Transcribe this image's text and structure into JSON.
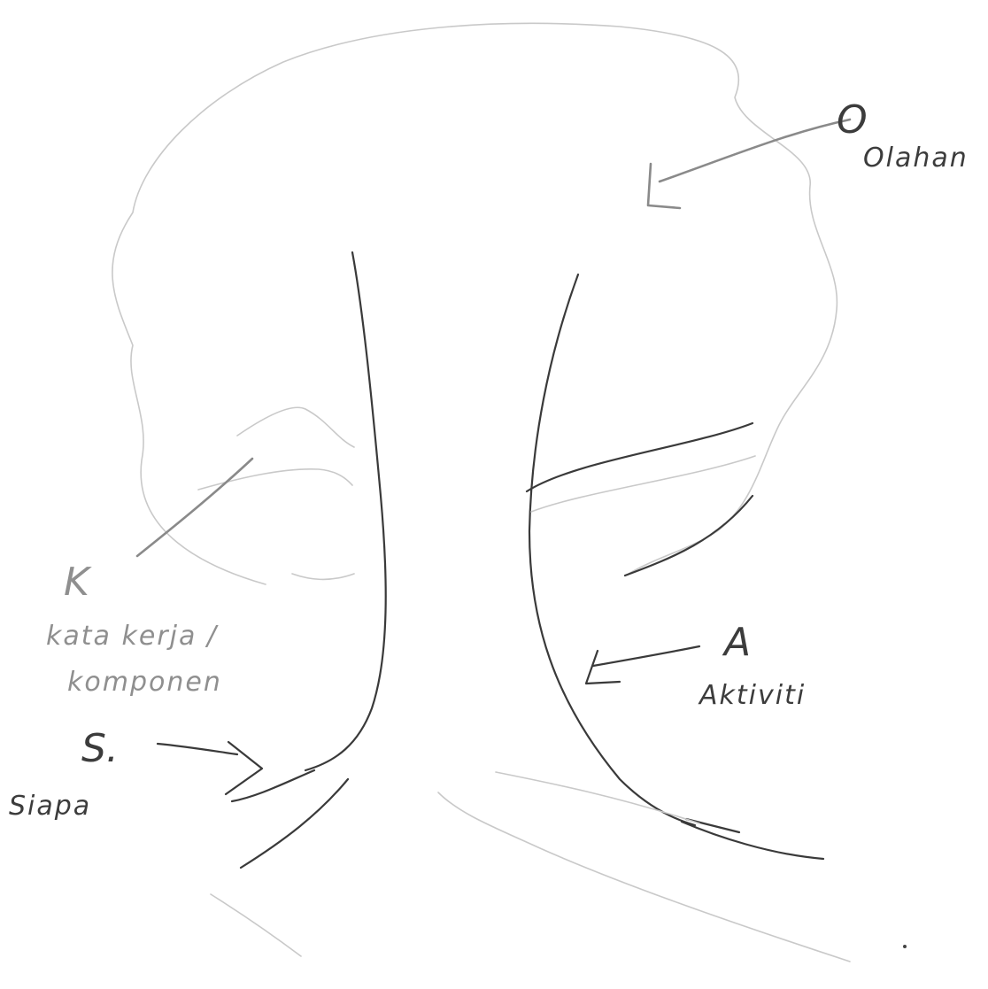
{
  "annotations": {
    "o": {
      "letter": "O",
      "word": "Olahan"
    },
    "k": {
      "letter": "K",
      "word_line1": "kata kerja /",
      "word_line2": "komponen"
    },
    "a": {
      "letter": "A",
      "word": "Aktiviti"
    },
    "s": {
      "letter": "S.",
      "word": "Siapa"
    }
  }
}
